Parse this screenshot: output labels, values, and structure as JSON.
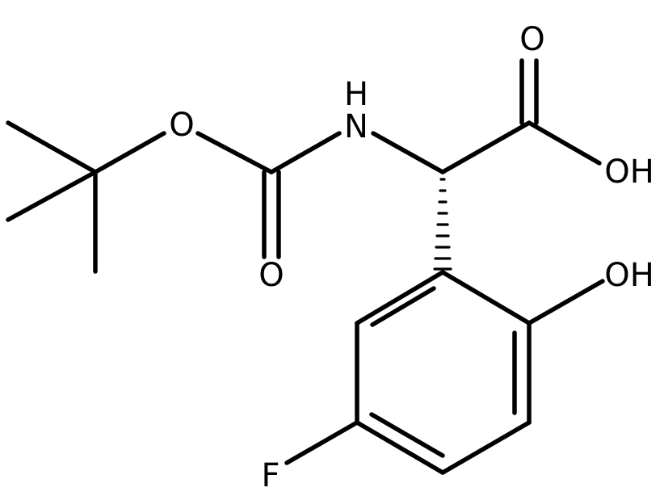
{
  "molecule": {
    "atoms": {
      "carbonyl_o_top": "O",
      "acid_oh": "OH",
      "amide_nh": "H",
      "amide_n": "N",
      "ester_o": "O",
      "carbamate_o": "O",
      "phenol_oh": "OH",
      "fluorine": "F"
    }
  }
}
